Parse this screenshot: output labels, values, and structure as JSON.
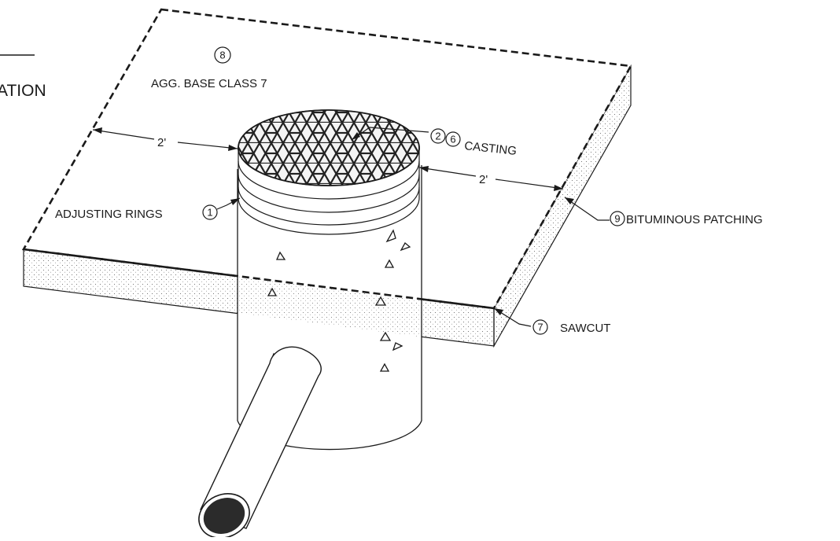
{
  "partial_heading": "ATION",
  "callouts": {
    "agg_base": {
      "num": "8",
      "text": "AGG. BASE CLASS 7"
    },
    "casting": {
      "num_a": "2",
      "num_b": "6",
      "text": "CASTING"
    },
    "adjusting_rings": {
      "text": "ADJUSTING RINGS",
      "num": "1"
    },
    "bituminous": {
      "num": "9",
      "text": "BITUMINOUS PATCHING"
    },
    "sawcut": {
      "num": "7",
      "text": "SAWCUT"
    }
  },
  "dimensions": {
    "left": "2'",
    "right": "2'"
  },
  "colors": {
    "ink": "#1a1a1a",
    "pipe_opening": "#2b2b2b"
  }
}
